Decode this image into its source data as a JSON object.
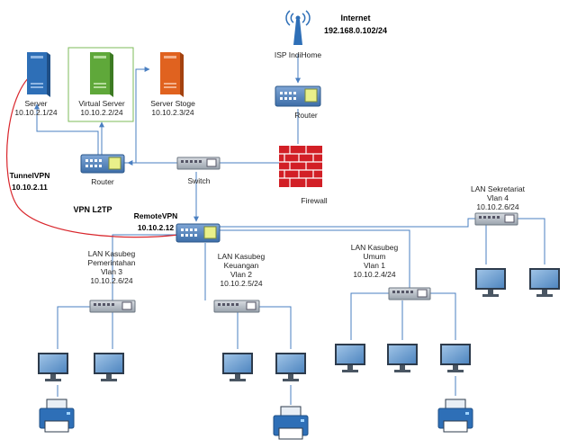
{
  "internet": {
    "title": "Internet",
    "ip": "192.168.0.102/24"
  },
  "isp": {
    "label": "ISP IndiHome"
  },
  "router_top": {
    "label": "Router"
  },
  "firewall": {
    "label": "Firewall"
  },
  "switch_top": {
    "label": "Switch"
  },
  "router_main": {
    "label": "Router"
  },
  "servers": [
    {
      "name": "Server",
      "ip": "10.10.2.1/24"
    },
    {
      "name": "Virtual Server",
      "ip": "10.10.2.2/24"
    },
    {
      "name": "Server Stoge",
      "ip": "10.10.2.3/24"
    }
  ],
  "tunnel": {
    "name": "TunnelVPN",
    "ip": "10.10.2.11"
  },
  "vpn_l2tp": {
    "label": "VPN L2TP"
  },
  "remote": {
    "name": "RemoteVPN",
    "ip": "10.10.2.12"
  },
  "lans": [
    {
      "line1": "LAN Kasubeg",
      "line2": "Pemerintahan",
      "line3": "Vlan 3",
      "ip": "10.10.2.6/24"
    },
    {
      "line1": "LAN Kasubeg",
      "line2": "Keuangan",
      "line3": "Vlan 2",
      "ip": "10.10.2.5/24"
    },
    {
      "line1": "LAN Kasubeg",
      "line2": "Umum",
      "line3": "Vlan 1",
      "ip": "10.10.2.4/24"
    },
    {
      "line1": "LAN Sekretariat",
      "line2": "Vlan 4",
      "ip": "10.10.2.6/24"
    }
  ],
  "colors": {
    "link": "#4a7fc1",
    "vpn": "#d9262c",
    "server_blue": "#2e6fb7",
    "server_green": "#5fa83a",
    "server_orange": "#e0621f",
    "firewall": "#d21f26"
  }
}
